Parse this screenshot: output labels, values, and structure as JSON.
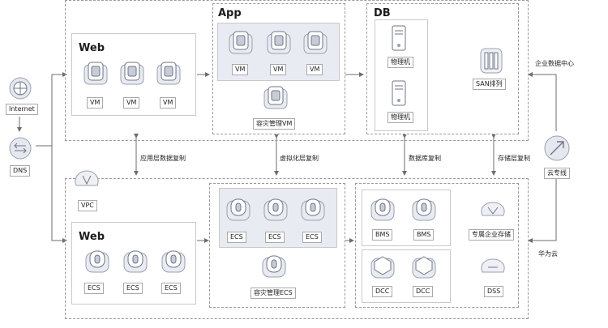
{
  "top": {
    "app_title": "App",
    "db_title": "DB",
    "web_title": "Web",
    "web_vms": [
      "VM",
      "VM",
      "VM"
    ],
    "app_vms": [
      "VM",
      "VM",
      "VM"
    ],
    "app_dr": "容灾管理VM",
    "db_hosts": [
      "物理机",
      "物理机"
    ],
    "san": "SAN排列",
    "site_label": "企业数据中心"
  },
  "left": {
    "internet": "Internet",
    "dns": "DNS"
  },
  "replication": {
    "app_layer": "应用层数据复制",
    "virt_layer": "虚拟化层复制",
    "db_layer": "数据库复制",
    "storage_layer": "存储层复制"
  },
  "cloud_line": "云专线",
  "bottom": {
    "vpc": "VPC",
    "web_title": "Web",
    "web_ecs": [
      "ECS",
      "ECS",
      "ECS"
    ],
    "app_ecs": [
      "ECS",
      "ECS",
      "ECS"
    ],
    "app_dr": "容灾管理ECS",
    "bms": [
      "BMS",
      "BMS"
    ],
    "dcc": [
      "DCC",
      "DCC"
    ],
    "storage": "专属企业存储",
    "dss": "DSS",
    "site_label": "华为云"
  },
  "colors": {
    "dash_border": "#9a9a9a",
    "shade_fill": "#e9ebf3",
    "line": "#6e6e6e"
  }
}
